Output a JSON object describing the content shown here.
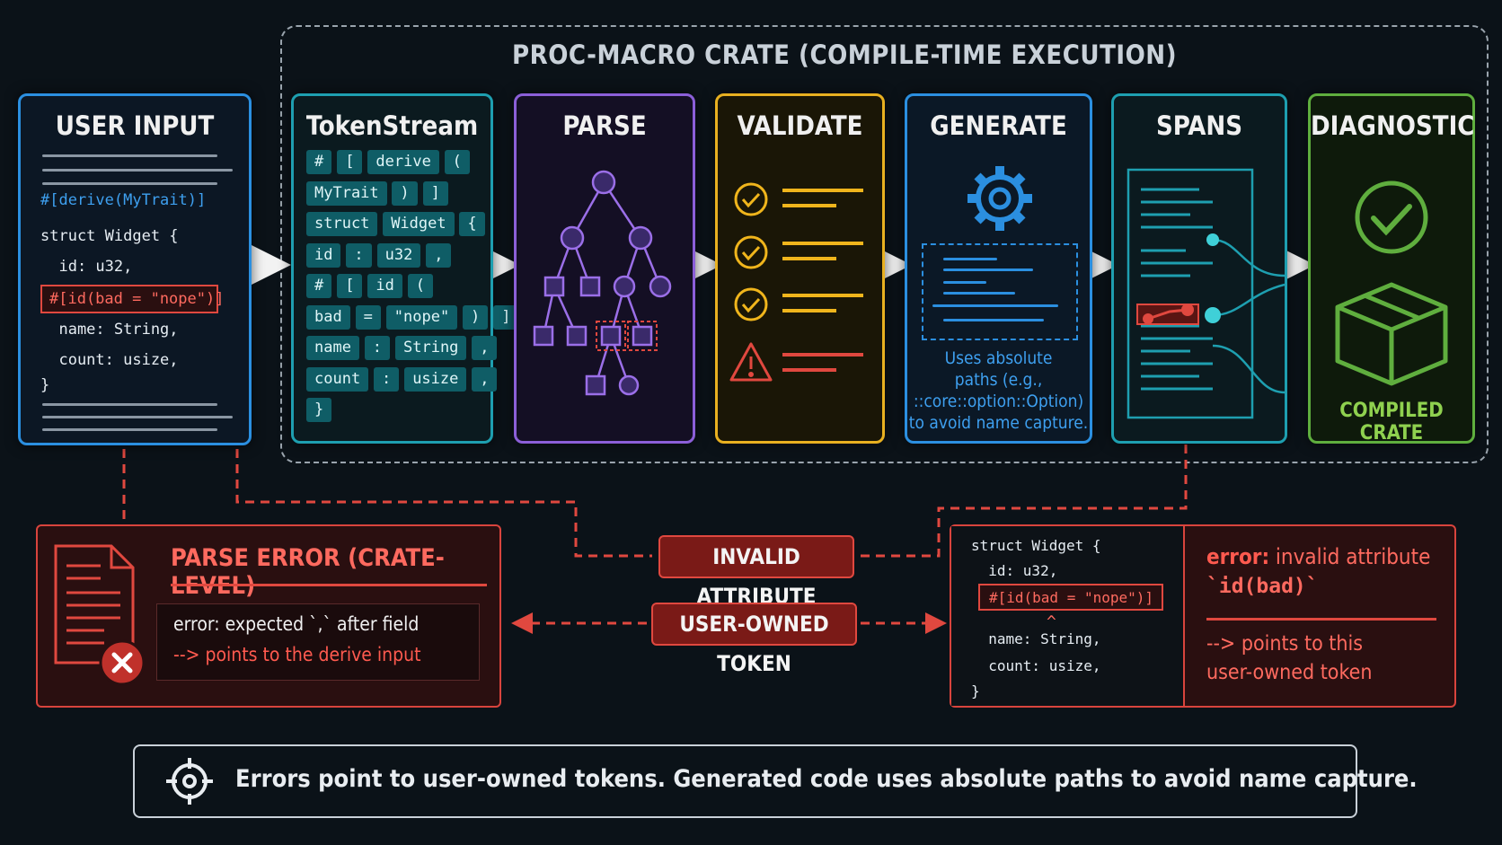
{
  "crate_title": "PROC-MACRO CRATE (COMPILE-TIME EXECUTION)",
  "stages": {
    "user_input": "USER INPUT",
    "tokenstream": "TokenStream",
    "parse": "PARSE",
    "validate": "VALIDATE",
    "generate": "GENERATE",
    "spans": "SPANS",
    "diagnostic": "DIAGNOSTIC"
  },
  "user_code": {
    "attr": "#[derive(MyTrait)]",
    "struct_line": "struct Widget {",
    "id_line": "  id: u32,",
    "bad_attr": "#[id(bad = \"nope\")]",
    "name_line": "  name: String,",
    "count_line": "  count: usize,",
    "close": "}"
  },
  "tokens": [
    [
      "#",
      "[",
      "derive",
      "("
    ],
    [
      "MyTrait",
      ")",
      "]"
    ],
    [
      "struct",
      "Widget",
      "{"
    ],
    [
      "id",
      ":",
      "u32",
      ","
    ],
    [
      "#",
      "[",
      "id",
      "("
    ],
    [
      "bad",
      "=",
      "\"nope\"",
      ")",
      "]"
    ],
    [
      "name",
      ":",
      "String",
      ","
    ],
    [
      "count",
      ":",
      "usize",
      ","
    ],
    [
      "}"
    ]
  ],
  "generate_note": {
    "l1": "Uses absolute",
    "l2": "paths (e.g.,",
    "l3": "::core::option::Option)",
    "l4": "to avoid name capture."
  },
  "compiled_crate": "COMPILED CRATE",
  "parse_error": {
    "title": "PARSE ERROR (CRATE-LEVEL)",
    "line1": "error: expected `,` after field",
    "line2": "--> points to the derive input"
  },
  "pills": {
    "invalid_attribute": "INVALID ATTRIBUTE",
    "user_owned_token": "USER-OWNED TOKEN"
  },
  "diag_code": {
    "struct_line": "struct Widget {",
    "id_line": "  id: u32,",
    "bad_attr": "#[id(bad = \"nope\")]",
    "caret": "^",
    "name_line": "  name: String,",
    "count_line": "  count: usize,",
    "close": "}"
  },
  "diag_message": {
    "error_label": "error:",
    "error_text": " invalid attribute",
    "error_code": "`id(bad)`",
    "points1": "--> points to this",
    "points2": "user-owned token"
  },
  "footer": "Errors point to user-owned tokens.  Generated code uses absolute paths to avoid name capture.",
  "colors": {
    "blue": "#2b8fe0",
    "teal": "#1e9fb0",
    "purple": "#8b5fd8",
    "yellow": "#e8b020",
    "green": "#5fae3e",
    "red": "#d9443d"
  }
}
